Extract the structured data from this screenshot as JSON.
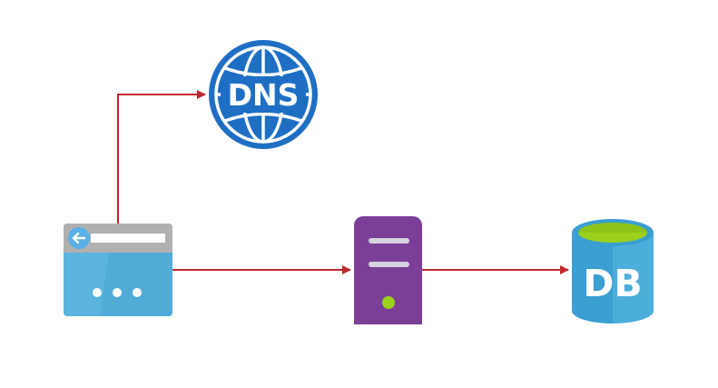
{
  "diagram": {
    "nodes": {
      "dns": {
        "label": "DNS",
        "icon": "dns-globe-icon"
      },
      "browser": {
        "label": "",
        "icon": "browser-window-icon"
      },
      "server": {
        "label": "",
        "icon": "server-icon"
      },
      "database": {
        "label": "DB",
        "icon": "database-icon"
      }
    },
    "edges": [
      {
        "from": "browser",
        "to": "dns"
      },
      {
        "from": "browser",
        "to": "server"
      },
      {
        "from": "server",
        "to": "database"
      }
    ]
  },
  "colors": {
    "arrow": "#c0282e",
    "dns_blue": "#1e6fc4",
    "dns_ring": "#2b8ae0",
    "browser_top": "#b0b0b0",
    "browser_body": "#5ab4de",
    "browser_back_button": "#58b0e6",
    "server_purple": "#7b3f98",
    "server_led": "#9bd11a",
    "db_blue": "#3b9fd1",
    "db_top_green": "#9bd11a"
  }
}
